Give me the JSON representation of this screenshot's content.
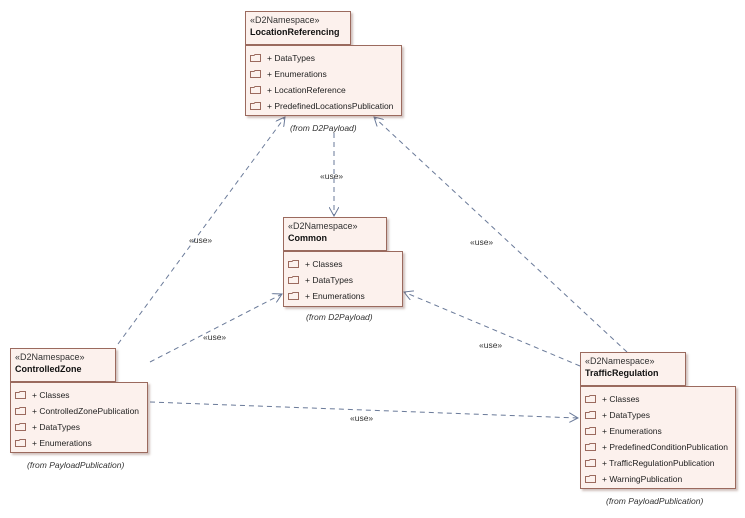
{
  "packages": {
    "location_referencing": {
      "stereotype": "«D2Namespace»",
      "name": "LocationReferencing",
      "members": [
        "+ DataTypes",
        "+ Enumerations",
        "+ LocationReference",
        "+ PredefinedLocationsPublication"
      ],
      "from": "(from D2Payload)"
    },
    "common": {
      "stereotype": "«D2Namespace»",
      "name": "Common",
      "members": [
        "+ Classes",
        "+ DataTypes",
        "+ Enumerations"
      ],
      "from": "(from D2Payload)"
    },
    "controlled_zone": {
      "stereotype": "«D2Namespace»",
      "name": "ControlledZone",
      "members": [
        "+ Classes",
        "+ ControlledZonePublication",
        "+ DataTypes",
        "+ Enumerations"
      ],
      "from": "(from PayloadPublication)"
    },
    "traffic_regulation": {
      "stereotype": "«D2Namespace»",
      "name": "TrafficRegulation",
      "members": [
        "+ Classes",
        "+ DataTypes",
        "+ Enumerations",
        "+ PredefinedConditionPublication",
        "+ TrafficRegulationPublication",
        "+ WarningPublication"
      ],
      "from": "(from PayloadPublication)"
    }
  },
  "relations": [
    {
      "from": "LocationReferencing",
      "to": "Common",
      "label": "«use»"
    },
    {
      "from": "ControlledZone",
      "to": "LocationReferencing",
      "label": "«use»"
    },
    {
      "from": "ControlledZone",
      "to": "Common",
      "label": "«use»"
    },
    {
      "from": "TrafficRegulation",
      "to": "LocationReferencing",
      "label": "«use»"
    },
    {
      "from": "TrafficRegulation",
      "to": "Common",
      "label": "«use»"
    },
    {
      "from": "ControlledZone",
      "to": "TrafficRegulation",
      "label": "«use»"
    }
  ],
  "colors": {
    "package_fill": "#fcf1ed",
    "package_border": "#9b6a5e",
    "edge": "#6a7a99"
  }
}
